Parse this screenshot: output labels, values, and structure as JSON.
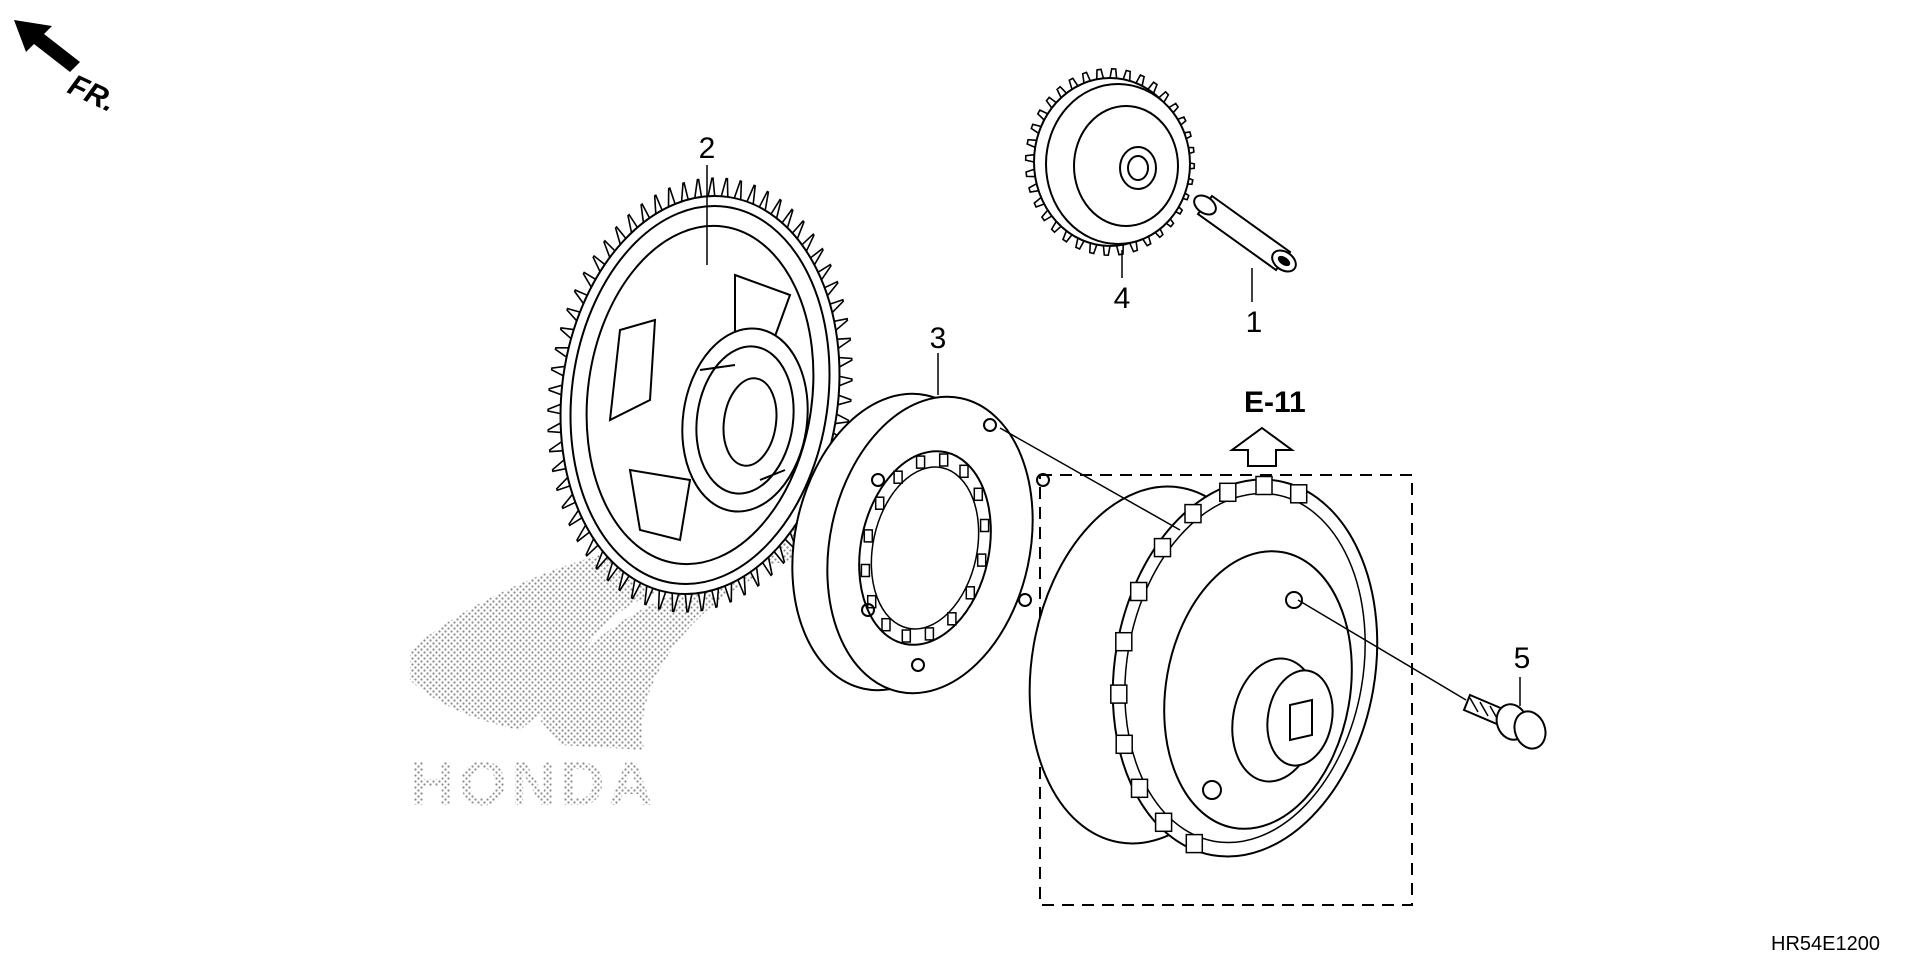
{
  "diagram": {
    "direction_label": "FR.",
    "reference_label": "E-11",
    "drawing_code": "HR54E1200",
    "brand_watermark": "HONDA",
    "callouts": [
      {
        "id": "callout-1",
        "label": "1"
      },
      {
        "id": "callout-2",
        "label": "2"
      },
      {
        "id": "callout-3",
        "label": "3"
      },
      {
        "id": "callout-4",
        "label": "4"
      },
      {
        "id": "callout-5",
        "label": "5"
      }
    ]
  }
}
